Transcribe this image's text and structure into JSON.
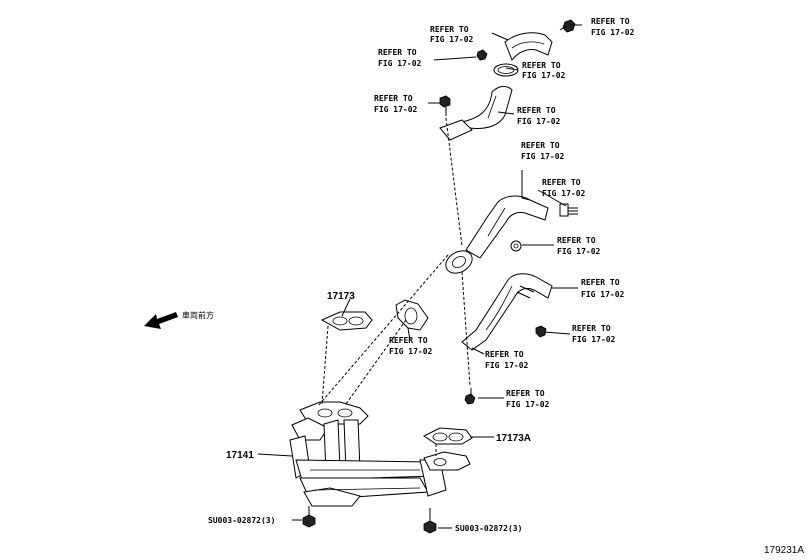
{
  "refer": {
    "line1": "REFER TO",
    "line2": "FIG 17-02"
  },
  "parts": {
    "p17173": "17173",
    "p17173A": "17173A",
    "p17141": "17141",
    "bolt_left": "SU003-02872(3)",
    "bolt_right": "SU003-02872(3)"
  },
  "front_label": "車両前方",
  "figure_id": "179231A"
}
